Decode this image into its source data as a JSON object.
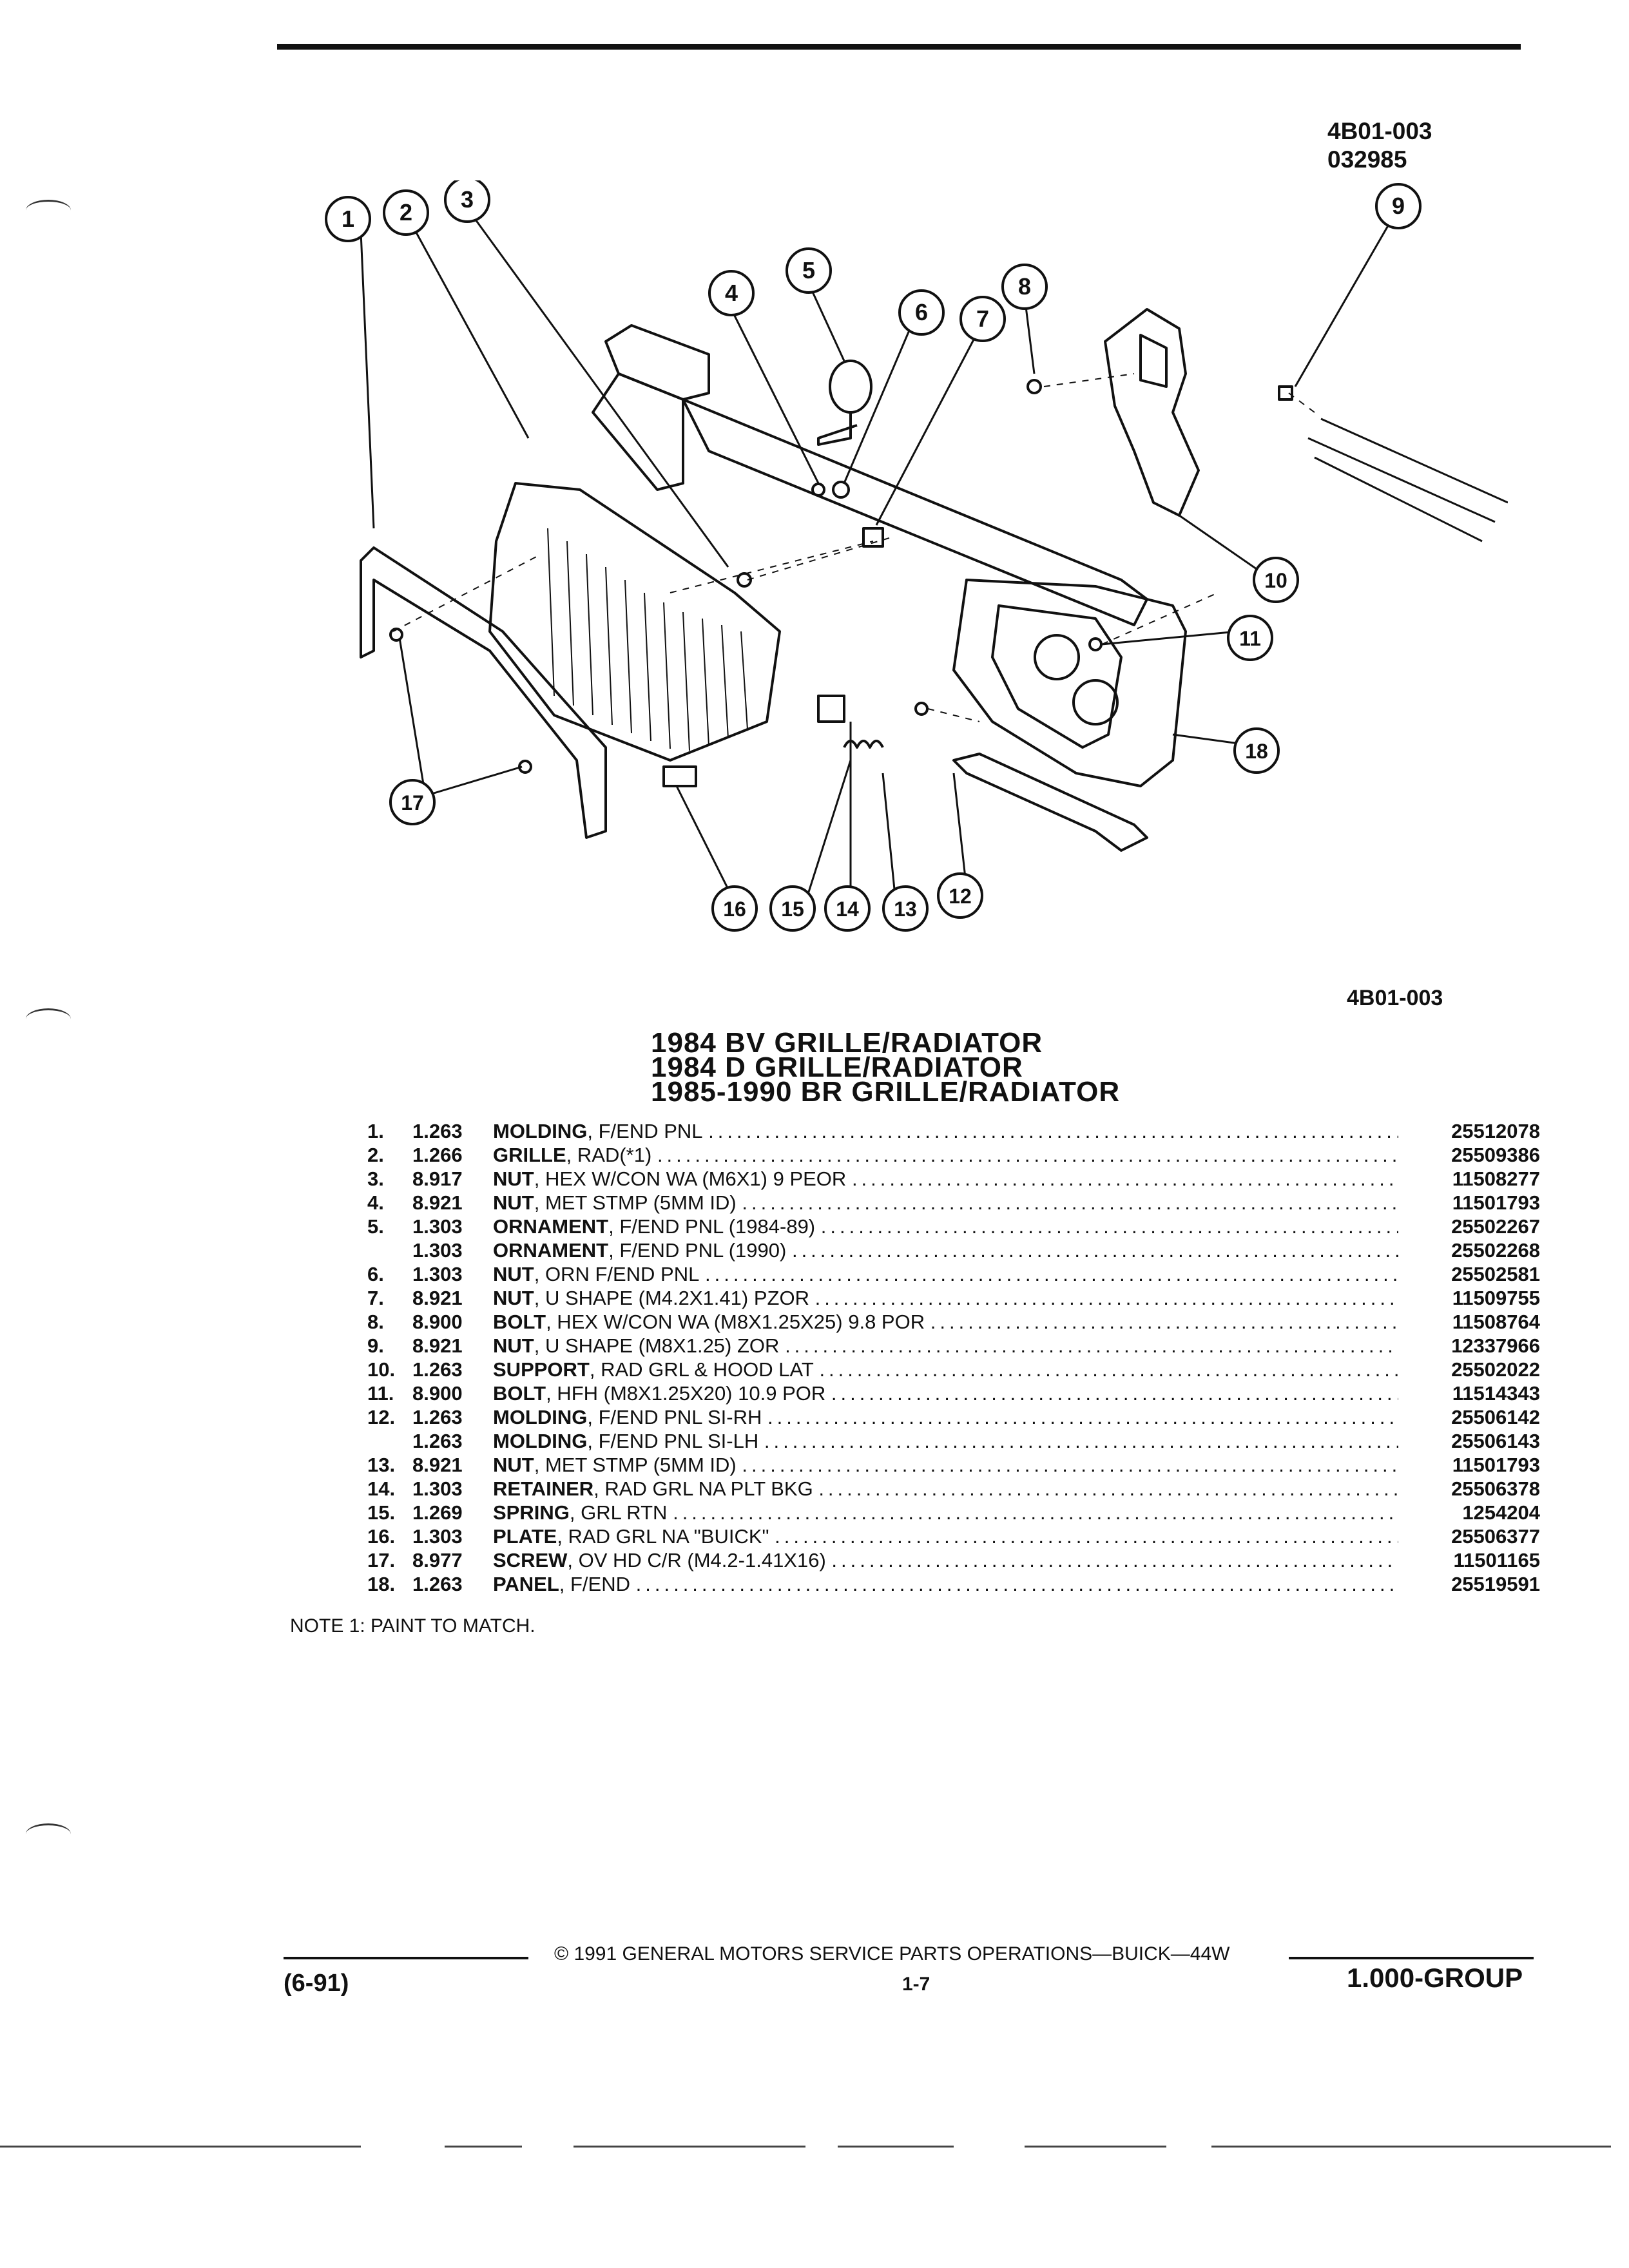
{
  "figure_code": [
    "4B01-003",
    "032985"
  ],
  "figure_code_bottom": "4B01-003",
  "callouts": [
    "1",
    "2",
    "3",
    "4",
    "5",
    "6",
    "7",
    "8",
    "9",
    "10",
    "11",
    "12",
    "13",
    "14",
    "15",
    "16",
    "17",
    "18"
  ],
  "titles": [
    "1984 BV GRILLE/RADIATOR",
    "1984 D GRILLE/RADIATOR",
    "1985-1990 BR GRILLE/RADIATOR"
  ],
  "parts": [
    {
      "no": "1.",
      "grp": "1.263",
      "name": "MOLDING",
      "desc": ", F/END PNL",
      "pn": "25512078"
    },
    {
      "no": "2.",
      "grp": "1.266",
      "name": "GRILLE",
      "desc": ", RAD(*1)",
      "pn": "25509386"
    },
    {
      "no": "3.",
      "grp": "8.917",
      "name": "NUT",
      "desc": ", HEX W/CON WA (M6X1) 9 PEOR",
      "pn": "11508277"
    },
    {
      "no": "4.",
      "grp": "8.921",
      "name": "NUT",
      "desc": ", MET STMP (5MM ID)",
      "pn": "11501793"
    },
    {
      "no": "5.",
      "grp": "1.303",
      "name": "ORNAMENT",
      "desc": ", F/END PNL (1984-89)",
      "pn": "25502267"
    },
    {
      "no": "",
      "grp": "1.303",
      "name": "ORNAMENT",
      "desc": ", F/END PNL (1990)",
      "pn": "25502268"
    },
    {
      "no": "6.",
      "grp": "1.303",
      "name": "NUT",
      "desc": ", ORN F/END PNL",
      "pn": "25502581"
    },
    {
      "no": "7.",
      "grp": "8.921",
      "name": "NUT",
      "desc": ", U SHAPE (M4.2X1.41) PZOR",
      "pn": "11509755"
    },
    {
      "no": "8.",
      "grp": "8.900",
      "name": "BOLT",
      "desc": ", HEX W/CON WA (M8X1.25X25) 9.8 POR",
      "pn": "11508764"
    },
    {
      "no": "9.",
      "grp": "8.921",
      "name": "NUT",
      "desc": ", U SHAPE (M8X1.25) ZOR",
      "pn": "12337966"
    },
    {
      "no": "10.",
      "grp": "1.263",
      "name": "SUPPORT",
      "desc": ", RAD GRL & HOOD LAT",
      "pn": "25502022"
    },
    {
      "no": "11.",
      "grp": "8.900",
      "name": "BOLT",
      "desc": ", HFH (M8X1.25X20) 10.9 POR",
      "pn": "11514343"
    },
    {
      "no": "12.",
      "grp": "1.263",
      "name": "MOLDING",
      "desc": ", F/END PNL SI-RH",
      "pn": "25506142"
    },
    {
      "no": "",
      "grp": "1.263",
      "name": "MOLDING",
      "desc": ", F/END PNL SI-LH",
      "pn": "25506143"
    },
    {
      "no": "13.",
      "grp": "8.921",
      "name": "NUT",
      "desc": ", MET STMP (5MM ID)",
      "pn": "11501793"
    },
    {
      "no": "14.",
      "grp": "1.303",
      "name": "RETAINER",
      "desc": ", RAD GRL NA PLT BKG",
      "pn": "25506378"
    },
    {
      "no": "15.",
      "grp": "1.269",
      "name": "SPRING",
      "desc": ", GRL RTN",
      "pn": "1254204"
    },
    {
      "no": "16.",
      "grp": "1.303",
      "name": "PLATE",
      "desc": ", RAD GRL NA \"BUICK\"",
      "pn": "25506377"
    },
    {
      "no": "17.",
      "grp": "8.977",
      "name": "SCREW",
      "desc": ", OV HD C/R (M4.2-1.41X16)",
      "pn": "11501165"
    },
    {
      "no": "18.",
      "grp": "1.263",
      "name": "PANEL",
      "desc": ", F/END",
      "pn": "25519591"
    }
  ],
  "note": "NOTE  1:  PAINT TO MATCH.",
  "footer": {
    "copyright": "©  1991  GENERAL MOTORS SERVICE PARTS OPERATIONS—BUICK—44W",
    "date_code": "(6-91)",
    "page": "1-7",
    "group": "1.000-GROUP"
  }
}
